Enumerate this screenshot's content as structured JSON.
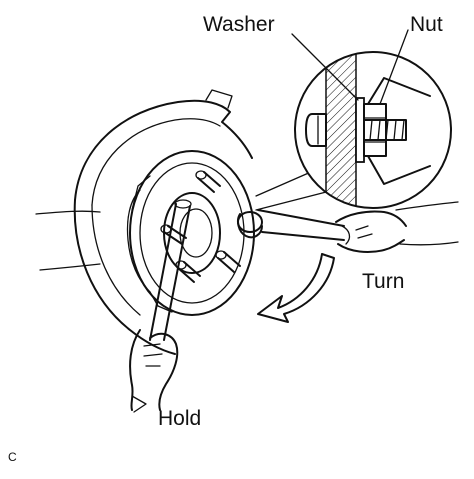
{
  "labels": {
    "washer": "Washer",
    "nut": "Nut",
    "turn": "Turn",
    "hold": "Hold",
    "figure_code": "C"
  },
  "icons": {
    "turn_arrow": "curved-arrow-icon"
  },
  "colors": {
    "line": "#111111",
    "background": "#ffffff"
  }
}
